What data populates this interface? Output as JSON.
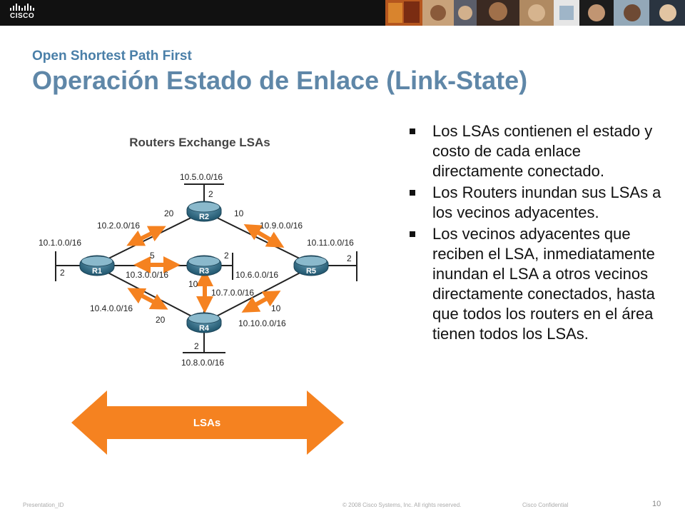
{
  "header": {
    "logo_text": "CISCO",
    "subtitle": "Open Shortest Path First",
    "title": "Operación Estado de Enlace (Link-State)"
  },
  "diagram": {
    "heading": "Routers Exchange LSAs",
    "routers": [
      "R1",
      "R2",
      "R3",
      "R4",
      "R5"
    ],
    "networks": {
      "n5": "10.5.0.0/16",
      "n2": "10.2.0.0/16",
      "n9": "10.9.0.0/16",
      "n1": "10.1.0.0/16",
      "n11": "10.11.0.0/16",
      "n3": "10.3.0.0/16",
      "n6": "10.6.0.0/16",
      "n7": "10.7.0.0/16",
      "n4": "10.4.0.0/16",
      "n10": "10.10.0.0/16",
      "n8": "10.8.0.0/16"
    },
    "costs": {
      "r2_top": "2",
      "r1_r2": "20",
      "r2_r5": "10",
      "r1_r3": "5",
      "r3_right": "2",
      "r5_right": "2",
      "r1_left": "2",
      "r3_r4": "10",
      "r4_r5": "10",
      "r1_r4": "20",
      "r4_bottom": "2"
    },
    "lsa_arrow_label": "LSAs",
    "arrow_color": "#f58220"
  },
  "bullets": [
    "Los LSAs contienen el estado y costo de cada enlace directamente conectado.",
    "Los Routers inundan sus LSAs a los vecinos adyacentes.",
    "Los vecinos adyacentes que reciben el LSA, inmediatamente inundan el LSA a otros vecinos directamente conectados, hasta que todos los routers en el área tienen todos los LSAs."
  ],
  "footer": {
    "left": "Presentation_ID",
    "center": "© 2008 Cisco Systems, Inc. All rights reserved.",
    "right": "Cisco Confidential",
    "page": "10"
  }
}
